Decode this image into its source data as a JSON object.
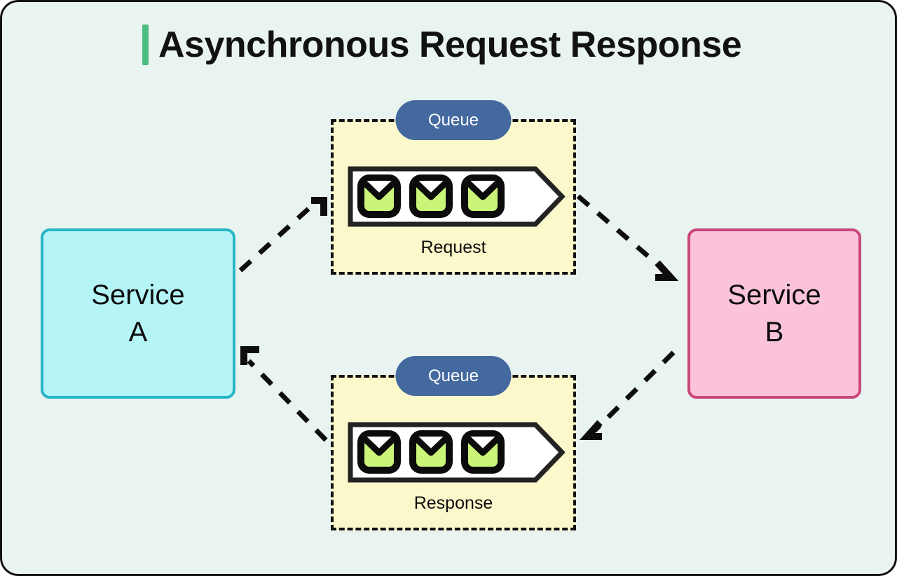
{
  "page": {
    "background_color": "#e9f3ef",
    "frame_border_color": "#111111"
  },
  "title": {
    "text": "Asynchronous Request Response",
    "accent_color": "#4bbd80"
  },
  "services": [
    {
      "id": "service-a",
      "line1": "Service",
      "line2": "A",
      "fill": "#b6f5f7",
      "border": "#29b6c6"
    },
    {
      "id": "service-b",
      "line1": "Service",
      "line2": "B",
      "fill": "#fbc3d9",
      "border": "#c9477c"
    }
  ],
  "queues": [
    {
      "id": "request",
      "badge": "Queue",
      "label": "Request",
      "message_count": 3,
      "group_fill": "#fbf8cb",
      "badge_fill": "#43699f",
      "bar_fill": "#ffffff",
      "envelope_fill": "#cbf578"
    },
    {
      "id": "response",
      "badge": "Queue",
      "label": "Response",
      "message_count": 3,
      "group_fill": "#fbf8cb",
      "badge_fill": "#43699f",
      "bar_fill": "#ffffff",
      "envelope_fill": "#cbf578"
    }
  ],
  "connections": [
    {
      "id": "a-to-request",
      "from": "Service A",
      "to": "Request Queue",
      "style": "dashed",
      "arrowhead": "open"
    },
    {
      "id": "request-to-b",
      "from": "Request Queue",
      "to": "Service B",
      "style": "dashed",
      "arrowhead": "open"
    },
    {
      "id": "b-to-response",
      "from": "Service B",
      "to": "Response Queue",
      "style": "dashed",
      "arrowhead": "open"
    },
    {
      "id": "response-to-a",
      "from": "Response Queue",
      "to": "Service A",
      "style": "dashed",
      "arrowhead": "open"
    }
  ],
  "icons": {
    "envelope": "envelope-icon",
    "arrow": "arrow-icon"
  }
}
